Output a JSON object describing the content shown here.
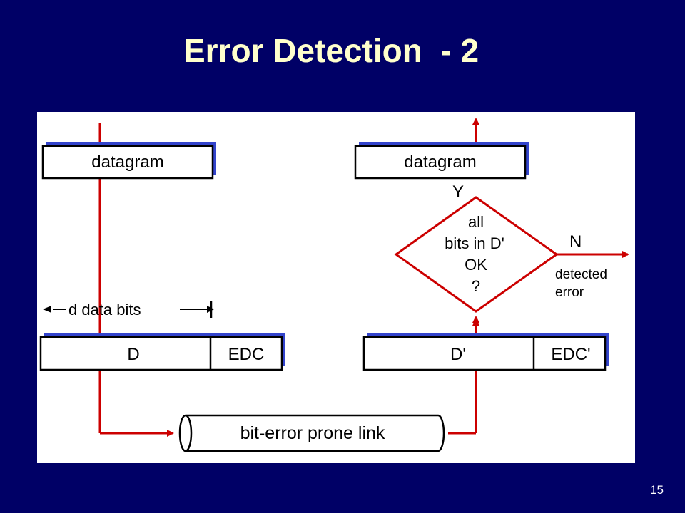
{
  "slide": {
    "title": "Error Detection  - 2",
    "page_number": "15"
  },
  "diagram": {
    "sender": {
      "datagram_label": "datagram",
      "data_bits_label": "d data bits",
      "d_label": "D",
      "edc_label": "EDC"
    },
    "receiver": {
      "datagram_label": "datagram",
      "yes_label": "Y",
      "decision_lines": [
        "all",
        "bits in D'",
        "OK",
        "?"
      ],
      "no_label": "N",
      "error_lines": [
        "detected",
        "error"
      ],
      "d_prime_label": "D'",
      "edc_prime_label": "EDC'"
    },
    "link_label": "bit-error prone link"
  },
  "colors": {
    "background": "#000066",
    "title": "#ffffcc",
    "arrow": "#cc0000",
    "box_shadow": "#3344cc"
  }
}
